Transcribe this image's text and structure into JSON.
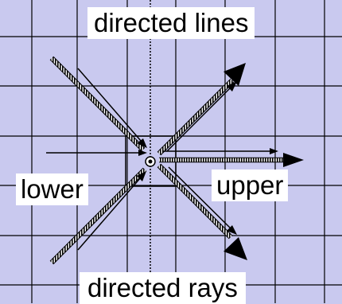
{
  "labels": {
    "top": "directed lines",
    "lower": "lower",
    "upper": "upper",
    "bottom": "directed rays"
  },
  "colors": {
    "background": "#c9c9ef",
    "ink": "#000000",
    "label_background": "#ffffff"
  }
}
